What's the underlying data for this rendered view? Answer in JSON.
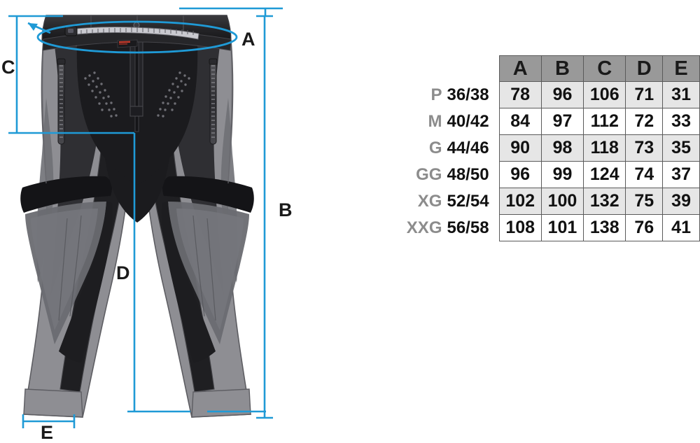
{
  "meta": {
    "kind": "garment-size-chart",
    "product": "motorcycle-trousers-technical-drawing",
    "accent_color": "#1f9ad6",
    "table_header_bg": "#999999",
    "table_alt_row_bg": "#e6e6e6",
    "table_border": "#5a5a5a",
    "fabric_light": "#8e8e93",
    "fabric_mid": "#6f7076",
    "fabric_dark": "#2b2b2e",
    "fabric_black": "#1c1c1f"
  },
  "dimensions": {
    "A": {
      "letter": "A",
      "name": "waist-circumference"
    },
    "B": {
      "letter": "B",
      "name": "total-length"
    },
    "C": {
      "letter": "C",
      "name": "rise-front"
    },
    "D": {
      "letter": "D",
      "name": "inseam-length"
    },
    "E": {
      "letter": "E",
      "name": "cuff-width"
    }
  },
  "table": {
    "row_label_header": "",
    "columns": [
      "A",
      "B",
      "C",
      "D",
      "E"
    ],
    "rows": [
      {
        "size": "P",
        "range": "36/38",
        "values": [
          "78",
          "96",
          "106",
          "71",
          "31"
        ]
      },
      {
        "size": "M",
        "range": "40/42",
        "values": [
          "84",
          "97",
          "112",
          "72",
          "33"
        ]
      },
      {
        "size": "G",
        "range": "44/46",
        "values": [
          "90",
          "98",
          "118",
          "73",
          "35"
        ]
      },
      {
        "size": "GG",
        "range": "48/50",
        "values": [
          "96",
          "99",
          "124",
          "74",
          "37"
        ]
      },
      {
        "size": "XG",
        "range": "52/54",
        "values": [
          "102",
          "100",
          "132",
          "75",
          "39"
        ]
      },
      {
        "size": "XXG",
        "range": "56/58",
        "values": [
          "108",
          "101",
          "138",
          "76",
          "41"
        ]
      }
    ]
  },
  "chart_data": {
    "type": "table",
    "title": "",
    "categories": [
      "A",
      "B",
      "C",
      "D",
      "E"
    ],
    "row_labels": [
      "P 36/38",
      "M 40/42",
      "G 44/46",
      "GG 48/50",
      "XG 52/54",
      "XXG 56/58"
    ],
    "series": [
      {
        "name": "A",
        "values": [
          78,
          84,
          90,
          96,
          102,
          108
        ]
      },
      {
        "name": "B",
        "values": [
          96,
          97,
          98,
          99,
          100,
          101
        ]
      },
      {
        "name": "C",
        "values": [
          106,
          112,
          118,
          124,
          132,
          138
        ]
      },
      {
        "name": "D",
        "values": [
          71,
          72,
          73,
          74,
          75,
          76
        ]
      },
      {
        "name": "E",
        "values": [
          31,
          33,
          35,
          37,
          39,
          41
        ]
      }
    ],
    "xlabel": "",
    "ylabel": "",
    "grid": true,
    "legend": "none"
  }
}
